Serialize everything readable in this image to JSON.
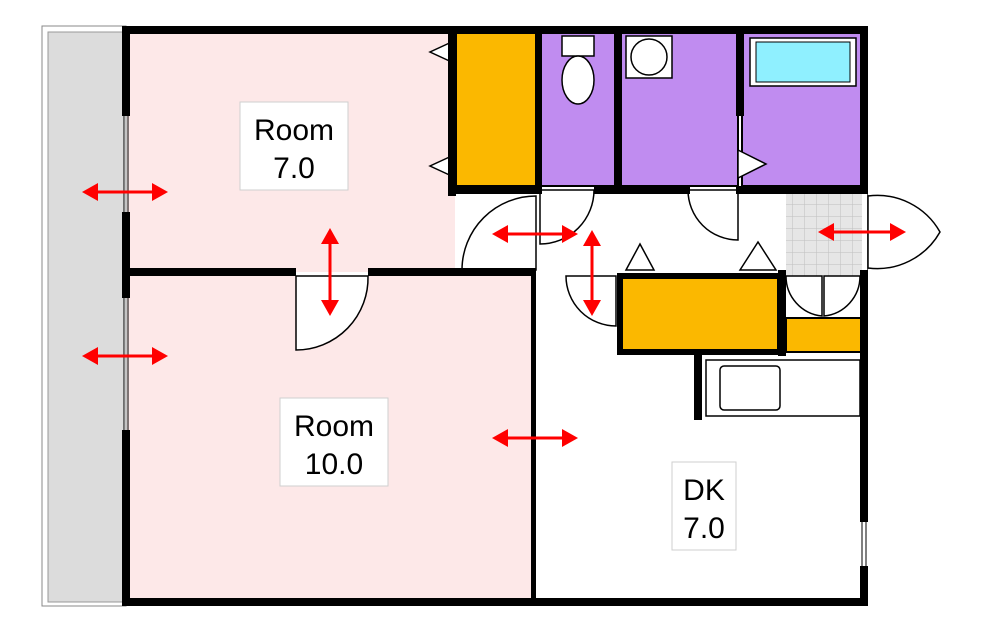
{
  "rooms": [
    {
      "name": "Room",
      "size": "7.0"
    },
    {
      "name": "Room",
      "size": "10.0"
    },
    {
      "name": "DK",
      "size": "7.0"
    }
  ],
  "colors": {
    "room_floor": "#fde8e8",
    "closet": "#fbb800",
    "wet_area": "#c08cf0",
    "bathtub": "#8ff0ff",
    "balcony": "#dcdcdc",
    "wall": "#000000",
    "arrow": "#ff0000",
    "entry_tile": "#e6e6e6"
  }
}
